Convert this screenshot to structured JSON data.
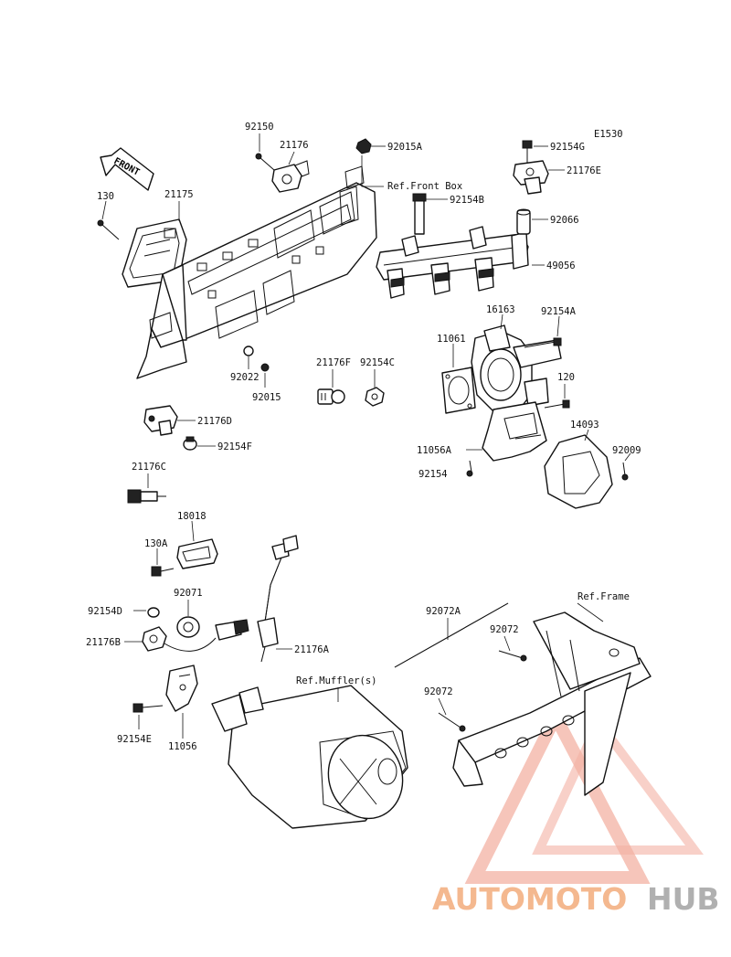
{
  "diagram": {
    "code": "E1530",
    "direction_tag": "FRONT",
    "refs": {
      "front_box": "Ref.Front Box",
      "mufflers": "Ref.Muffler(s)",
      "frame": "Ref.Frame"
    },
    "part_numbers": {
      "p92150": "92150",
      "p21176": "21176",
      "p92015A": "92015A",
      "p92154G": "92154G",
      "p21176E": "21176E",
      "p130": "130",
      "p21175": "21175",
      "p92154B": "92154B",
      "p92066": "92066",
      "p49056": "49056",
      "p16163": "16163",
      "p92154A": "92154A",
      "p11061": "11061",
      "p92022": "92022",
      "p92015": "92015",
      "p21176F": "21176F",
      "p92154C": "92154C",
      "p120": "120",
      "p14093": "14093",
      "p92009": "92009",
      "p11056A": "11056A",
      "p92154": "92154",
      "p21176D": "21176D",
      "p92154F": "92154F",
      "p21176C": "21176C",
      "p18018": "18018",
      "p130A": "130A",
      "p92071": "92071",
      "p92154D": "92154D",
      "p21176B": "21176B",
      "p21176A": "21176A",
      "p92154E": "92154E",
      "p11056": "11056",
      "p92072A": "92072A",
      "p92072_top": "92072",
      "p92072_bottom": "92072"
    }
  },
  "watermark": {
    "text_part1": "AUTOMOTO",
    "text_part2": "HUB",
    "color_accent": "#f0a38f",
    "color_accent_light": "#f6c9a6",
    "color_gray": "#b0b0b0"
  }
}
